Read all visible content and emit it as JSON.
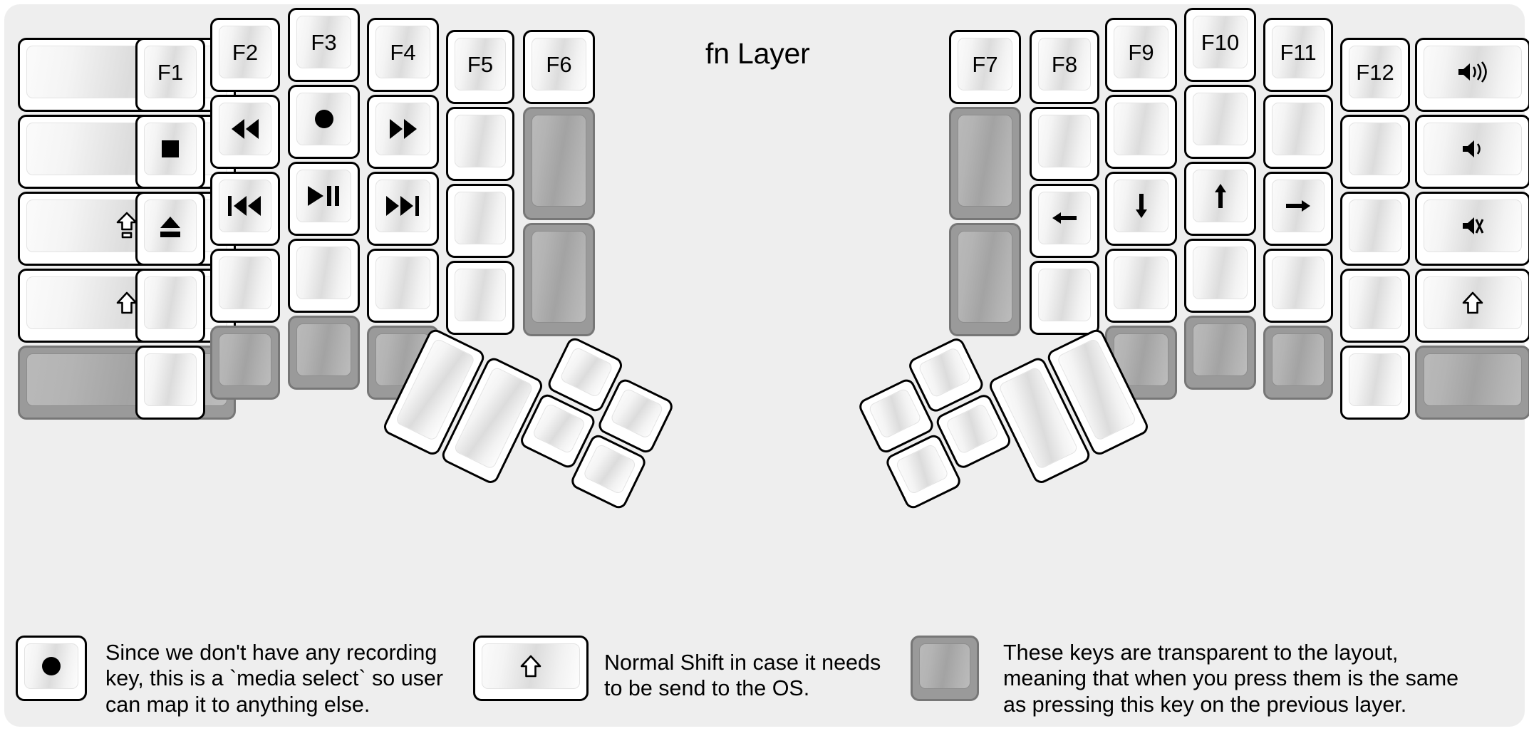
{
  "title": "fn Layer",
  "colors": {
    "background": "#eeeeee",
    "key_fill": "#ffffff",
    "key_border": "#000000",
    "transparent_key_fill": "#9a9a9a",
    "transparent_key_border": "#777777",
    "text": "#000000"
  },
  "left_half": {
    "columns": [
      {
        "name": "pinky-outer",
        "keys": [
          {
            "label": "",
            "icon": "",
            "type": "normal"
          },
          {
            "label": "",
            "icon": "",
            "type": "normal"
          },
          {
            "label": "",
            "icon": "caps-lock-icon",
            "type": "normal"
          },
          {
            "label": "",
            "icon": "shift-icon",
            "type": "normal"
          },
          {
            "label": "",
            "icon": "",
            "type": "transparent"
          }
        ]
      },
      {
        "name": "pinky",
        "keys": [
          {
            "label": "F1",
            "icon": "",
            "type": "normal"
          },
          {
            "label": "",
            "icon": "media-stop-icon",
            "type": "normal"
          },
          {
            "label": "",
            "icon": "media-eject-icon",
            "type": "normal"
          },
          {
            "label": "",
            "icon": "",
            "type": "normal"
          },
          {
            "label": "",
            "icon": "",
            "type": "normal"
          }
        ]
      },
      {
        "name": "ring",
        "keys": [
          {
            "label": "F2",
            "icon": "",
            "type": "normal"
          },
          {
            "label": "",
            "icon": "media-rewind-icon",
            "type": "normal"
          },
          {
            "label": "",
            "icon": "media-previous-icon",
            "type": "normal"
          },
          {
            "label": "",
            "icon": "",
            "type": "normal"
          },
          {
            "label": "",
            "icon": "",
            "type": "transparent"
          }
        ]
      },
      {
        "name": "middle",
        "keys": [
          {
            "label": "F3",
            "icon": "",
            "type": "normal"
          },
          {
            "label": "",
            "icon": "media-record-icon",
            "type": "normal"
          },
          {
            "label": "",
            "icon": "media-play-pause-icon",
            "type": "normal"
          },
          {
            "label": "",
            "icon": "",
            "type": "normal"
          },
          {
            "label": "",
            "icon": "",
            "type": "transparent"
          }
        ]
      },
      {
        "name": "index",
        "keys": [
          {
            "label": "F4",
            "icon": "",
            "type": "normal"
          },
          {
            "label": "",
            "icon": "media-fast-forward-icon",
            "type": "normal"
          },
          {
            "label": "",
            "icon": "media-next-icon",
            "type": "normal"
          },
          {
            "label": "",
            "icon": "",
            "type": "normal"
          },
          {
            "label": "",
            "icon": "",
            "type": "transparent"
          }
        ]
      },
      {
        "name": "index-inner",
        "keys": [
          {
            "label": "F5",
            "icon": "",
            "type": "normal"
          },
          {
            "label": "",
            "icon": "",
            "type": "normal"
          },
          {
            "label": "",
            "icon": "",
            "type": "normal"
          },
          {
            "label": "",
            "icon": "",
            "type": "normal"
          }
        ]
      },
      {
        "name": "inner-tall",
        "keys": [
          {
            "label": "F6",
            "icon": "",
            "type": "normal"
          },
          {
            "label": "",
            "icon": "",
            "type": "transparent",
            "tall": true
          },
          {
            "label": "",
            "icon": "",
            "type": "transparent",
            "tall": true
          }
        ]
      }
    ],
    "thumb_cluster_count": 6
  },
  "right_half": {
    "columns": [
      {
        "name": "inner-tall",
        "keys": [
          {
            "label": "F7",
            "icon": "",
            "type": "normal"
          },
          {
            "label": "",
            "icon": "",
            "type": "transparent",
            "tall": true
          },
          {
            "label": "",
            "icon": "",
            "type": "transparent",
            "tall": true
          }
        ]
      },
      {
        "name": "index-inner",
        "keys": [
          {
            "label": "F8",
            "icon": "",
            "type": "normal"
          },
          {
            "label": "",
            "icon": "",
            "type": "normal"
          },
          {
            "label": "",
            "icon": "arrow-left-icon",
            "type": "normal"
          },
          {
            "label": "",
            "icon": "",
            "type": "normal"
          }
        ]
      },
      {
        "name": "index",
        "keys": [
          {
            "label": "F9",
            "icon": "",
            "type": "normal"
          },
          {
            "label": "",
            "icon": "",
            "type": "normal"
          },
          {
            "label": "",
            "icon": "arrow-down-icon",
            "type": "normal"
          },
          {
            "label": "",
            "icon": "",
            "type": "normal"
          },
          {
            "label": "",
            "icon": "",
            "type": "transparent"
          }
        ]
      },
      {
        "name": "middle",
        "keys": [
          {
            "label": "F10",
            "icon": "",
            "type": "normal"
          },
          {
            "label": "",
            "icon": "",
            "type": "normal"
          },
          {
            "label": "",
            "icon": "arrow-up-icon",
            "type": "normal"
          },
          {
            "label": "",
            "icon": "",
            "type": "normal"
          },
          {
            "label": "",
            "icon": "",
            "type": "transparent"
          }
        ]
      },
      {
        "name": "ring",
        "keys": [
          {
            "label": "F11",
            "icon": "",
            "type": "normal"
          },
          {
            "label": "",
            "icon": "",
            "type": "normal"
          },
          {
            "label": "",
            "icon": "arrow-right-icon",
            "type": "normal"
          },
          {
            "label": "",
            "icon": "",
            "type": "normal"
          },
          {
            "label": "",
            "icon": "",
            "type": "transparent"
          }
        ]
      },
      {
        "name": "pinky",
        "keys": [
          {
            "label": "F12",
            "icon": "",
            "type": "normal"
          },
          {
            "label": "",
            "icon": "",
            "type": "normal"
          },
          {
            "label": "",
            "icon": "",
            "type": "normal"
          },
          {
            "label": "",
            "icon": "",
            "type": "normal"
          },
          {
            "label": "",
            "icon": "",
            "type": "normal"
          }
        ]
      },
      {
        "name": "pinky-outer",
        "keys": [
          {
            "label": "",
            "icon": "volume-up-icon",
            "type": "normal"
          },
          {
            "label": "",
            "icon": "volume-down-icon",
            "type": "normal"
          },
          {
            "label": "",
            "icon": "volume-mute-icon",
            "type": "normal"
          },
          {
            "label": "",
            "icon": "shift-icon",
            "type": "normal"
          },
          {
            "label": "",
            "icon": "",
            "type": "transparent"
          }
        ]
      }
    ],
    "thumb_cluster_count": 6
  },
  "legend": [
    {
      "key_icon": "media-record-icon",
      "key_type": "normal",
      "text": "Since we don't have any recording\nkey, this is a `media select` so user\ncan map it to anything else."
    },
    {
      "key_icon": "shift-icon",
      "key_type": "normal",
      "text": "Normal Shift in case it needs\nto be send to the OS."
    },
    {
      "key_icon": "",
      "key_type": "transparent",
      "text": "These keys are transparent to the layout,\nmeaning that when you press them is the same\nas pressing this key on the previous layer."
    }
  ]
}
